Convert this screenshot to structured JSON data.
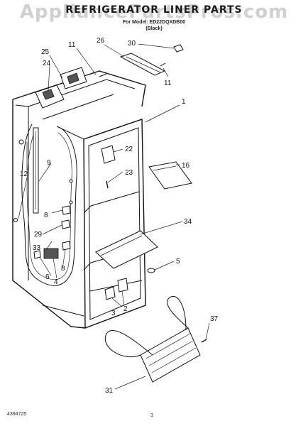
{
  "header": {
    "title": "REFRIGERATOR LINER PARTS",
    "watermark": "AppliancePartsPros.com",
    "model_line": "For Model: ED22DQXDB00",
    "color_line": "(Black)"
  },
  "callouts": {
    "c1": "1",
    "c2": "2",
    "c3": "3",
    "c4": "4",
    "c5": "5",
    "c6": "6",
    "c8a": "8",
    "c8b": "8",
    "c9": "9",
    "c11a": "11",
    "c11b": "11",
    "c12": "12",
    "c16": "16",
    "c22": "22",
    "c23": "23",
    "c24": "24",
    "c25": "25",
    "c26": "26",
    "c29": "29",
    "c30": "30",
    "c31": "31",
    "c33": "33",
    "c34": "34",
    "c37": "37"
  },
  "footer": {
    "doc_number": "4394725",
    "page": "3"
  }
}
